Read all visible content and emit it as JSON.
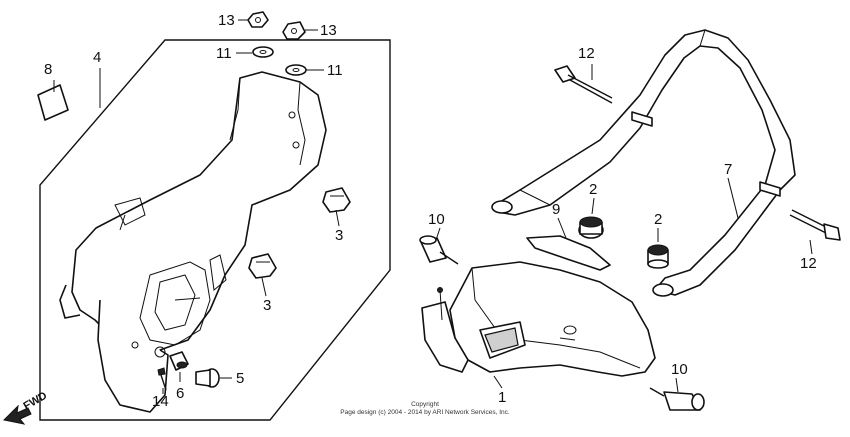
{
  "callouts": {
    "c1": "1",
    "c2a": "2",
    "c2b": "2",
    "c3a": "3",
    "c3b": "3",
    "c4": "4",
    "c5": "5",
    "c6": "6",
    "c7": "7",
    "c8": "8",
    "c9": "9",
    "c10a": "10",
    "c10b": "10",
    "c11a": "11",
    "c11b": "11",
    "c12a": "12",
    "c12b": "12",
    "c13a": "13",
    "c13b": "13",
    "c14": "14"
  },
  "fwd_label": "FWD",
  "copyright": {
    "line1": "Copyright",
    "line2": "Page design (c) 2004 - 2014 by ARI Network Services, Inc."
  }
}
